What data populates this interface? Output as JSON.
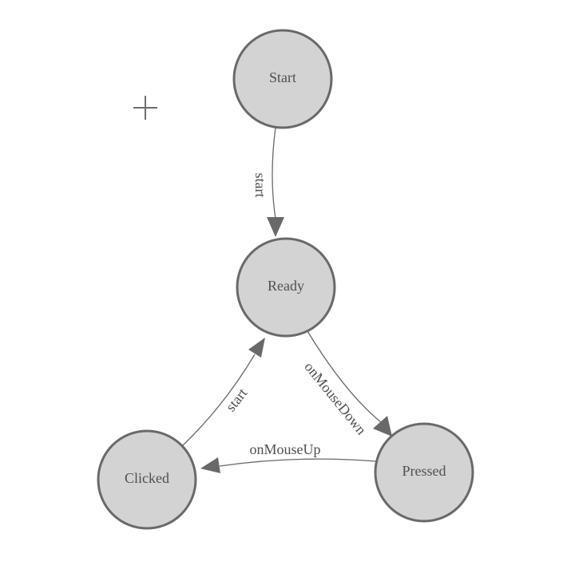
{
  "canvas": {
    "background": "#ffffff"
  },
  "palette": {
    "node_fill": "#d3d3d3",
    "node_stroke": "#696969",
    "edge_color": "#696969",
    "label_color": "#4f4f4f",
    "plus_color": "#6e6e6e"
  },
  "tools": {
    "add_icon_glyph": "+"
  },
  "diagram": {
    "type": "state-machine",
    "nodes": [
      {
        "label": "Start"
      },
      {
        "label": "Ready"
      },
      {
        "label": "Clicked"
      },
      {
        "label": "Pressed"
      }
    ],
    "edges": [
      {
        "from": "Start",
        "to": "Ready",
        "label": "start"
      },
      {
        "from": "Ready",
        "to": "Pressed",
        "label": "onMouseDown"
      },
      {
        "from": "Pressed",
        "to": "Clicked",
        "label": "onMouseUp"
      },
      {
        "from": "Clicked",
        "to": "Ready",
        "label": "start"
      }
    ]
  }
}
